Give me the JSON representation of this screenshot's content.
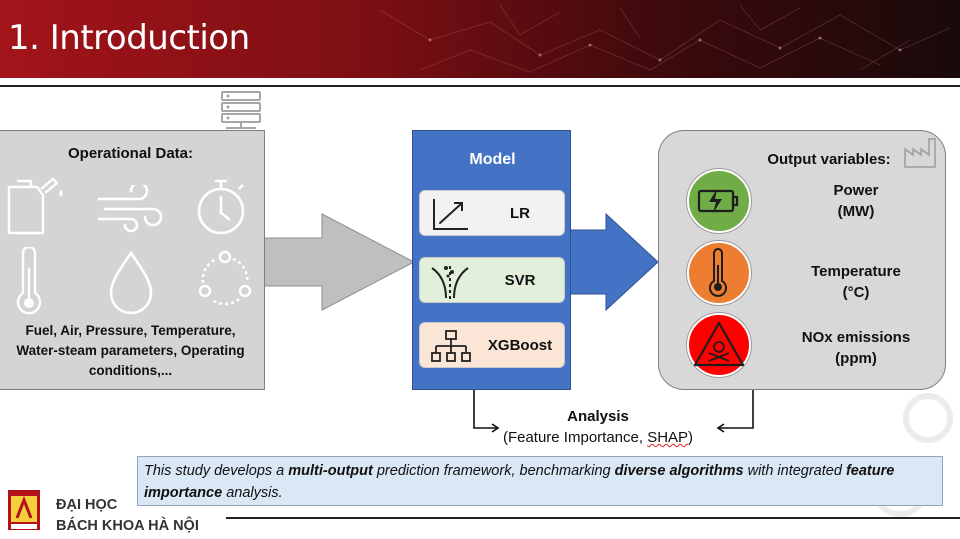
{
  "slide": {
    "title": "1. Introduction"
  },
  "operational": {
    "heading": "Operational Data:",
    "description_lines": [
      "Fuel, Air, Pressure, Temperature,",
      "Water-steam parameters, Operating",
      "conditions,..."
    ],
    "icons": [
      "fuel-can-icon",
      "wind-icon",
      "stopwatch-icon",
      "thermometer-icon",
      "water-drop-icon",
      "cycle-icon"
    ]
  },
  "model": {
    "heading": "Model",
    "items": [
      {
        "label": "LR",
        "icon": "trend-line-icon",
        "color": "#f2f2f2"
      },
      {
        "label": "SVR",
        "icon": "hyperplane-icon",
        "color": "#e2efda"
      },
      {
        "label": "XGBoost",
        "icon": "tree-icon",
        "color": "#fbe5d6"
      }
    ]
  },
  "output": {
    "heading": "Output variables:",
    "items": [
      {
        "line1": "Power",
        "line2": "(MW)",
        "icon": "battery-icon",
        "color": "#70ad47"
      },
      {
        "line1": "Temperature",
        "line2": "(°C)",
        "icon": "thermometer-icon",
        "color": "#ed7d31"
      },
      {
        "line1": "NOx emissions",
        "line2": "(ppm)",
        "icon": "toxic-warning-icon",
        "color": "#ff0000"
      }
    ]
  },
  "analysis": {
    "title": "Analysis",
    "detail_open": "(Feature Importance, ",
    "detail_shap": "SHAP",
    "detail_close": ")"
  },
  "note": {
    "p1": "This study develops a ",
    "b1": "multi-output",
    "p2": " prediction framework, benchmarking ",
    "b2": "diverse algorithms",
    "p3": " with integrated ",
    "b3": "feature importance",
    "p4": " analysis."
  },
  "university": {
    "line1": "ĐẠI HỌC",
    "line2": "BÁCH KHOA HÀ NỘI"
  },
  "colors": {
    "header_red": "#a2141a",
    "model_blue": "#4472c4",
    "arrow_grey": "#bfbfbf",
    "note_bg": "#dae7f5"
  }
}
